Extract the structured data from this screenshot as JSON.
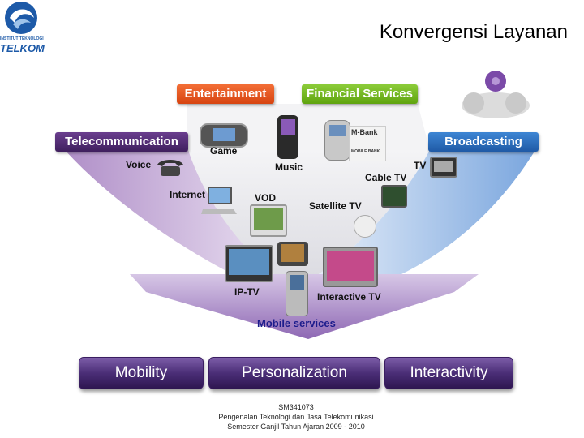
{
  "header": {
    "institution_top": "INSTITUT TEKNOLOGI",
    "institution_name": "TELKOM",
    "title": "Konvergensi Layanan"
  },
  "banners": {
    "entertainment": "Entertainment",
    "financial": "Financial Services",
    "telecommunication": "Telecommunication",
    "broadcasting": "Broadcasting"
  },
  "labels": {
    "game": "Game",
    "music": "Music",
    "voice": "Voice",
    "internet": "Internet",
    "vod": "VOD",
    "satellite_tv": "Satellite TV",
    "cable_tv": "Cable TV",
    "tv": "TV",
    "ip_tv": "IP-TV",
    "interactive_tv": "Interactive TV",
    "mobile_services": "Mobile services",
    "mbank": "M-Bank",
    "mobile_bank": "MOBILE BANK"
  },
  "pillars": {
    "mobility": "Mobility",
    "personalization": "Personalization",
    "interactivity": "Interactivity"
  },
  "footer": {
    "line1": "SM341073",
    "line2": "Pengenalan Teknologi dan Jasa Telekomunikasi",
    "line3": "Semester Ganjil Tahun Ajaran 2009 - 2010"
  },
  "colors": {
    "entertainment": "#e2561f",
    "financial": "#72b526",
    "telecommunication": "#4e2a6e",
    "broadcasting": "#2b6dbf",
    "pillar": "#4b2e77"
  }
}
